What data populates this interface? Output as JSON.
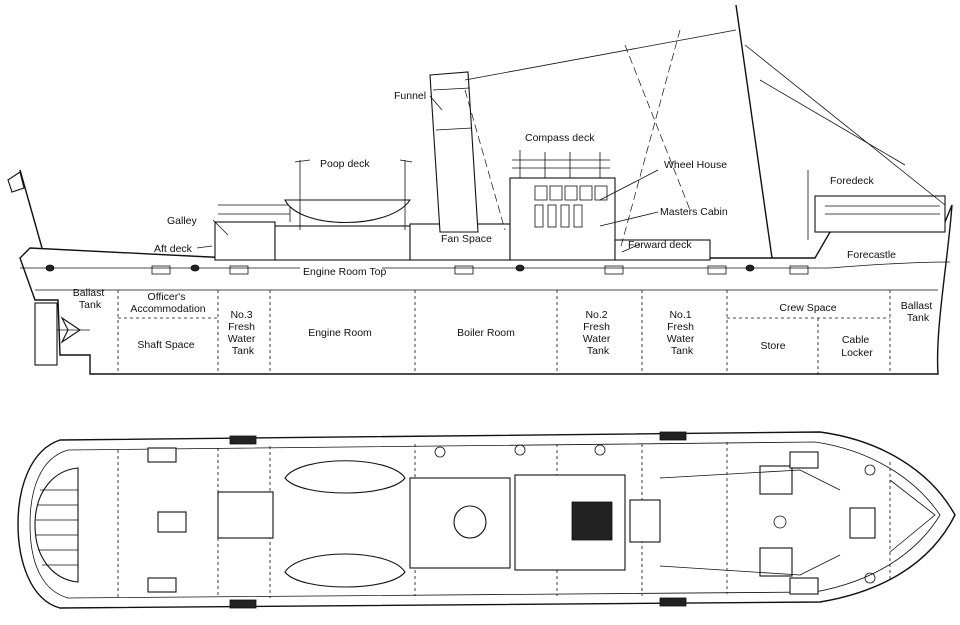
{
  "elevation": {
    "callouts": {
      "funnel": "Funnel",
      "poop_deck": "Poop deck",
      "compass_deck": "Compass deck",
      "wheel_house": "Wheel House",
      "foredeck": "Foredeck",
      "masters_cabin": "Masters Cabin",
      "galley": "Galley",
      "fan_space": "Fan Space",
      "forward_deck": "Forward deck",
      "aft_deck": "Aft deck",
      "forecastle": "Forecastle",
      "engine_room_top": "Engine Room Top"
    },
    "compartments": {
      "ballast_aft": [
        "Ballast",
        "Tank"
      ],
      "officers": [
        "Officer's",
        "Accommodation"
      ],
      "shaft_space": "Shaft Space",
      "fw3": [
        "No.3",
        "Fresh",
        "Water",
        "Tank"
      ],
      "engine_room": "Engine Room",
      "boiler_room": "Boiler Room",
      "fw2": [
        "No.2",
        "Fresh",
        "Water",
        "Tank"
      ],
      "fw1": [
        "No.1",
        "Fresh",
        "Water",
        "Tank"
      ],
      "crew_space": "Crew Space",
      "store": "Store",
      "cable_locker": [
        "Cable",
        "Locker"
      ],
      "ballast_fwd": [
        "Ballast",
        "Tank"
      ]
    }
  },
  "plan": {}
}
